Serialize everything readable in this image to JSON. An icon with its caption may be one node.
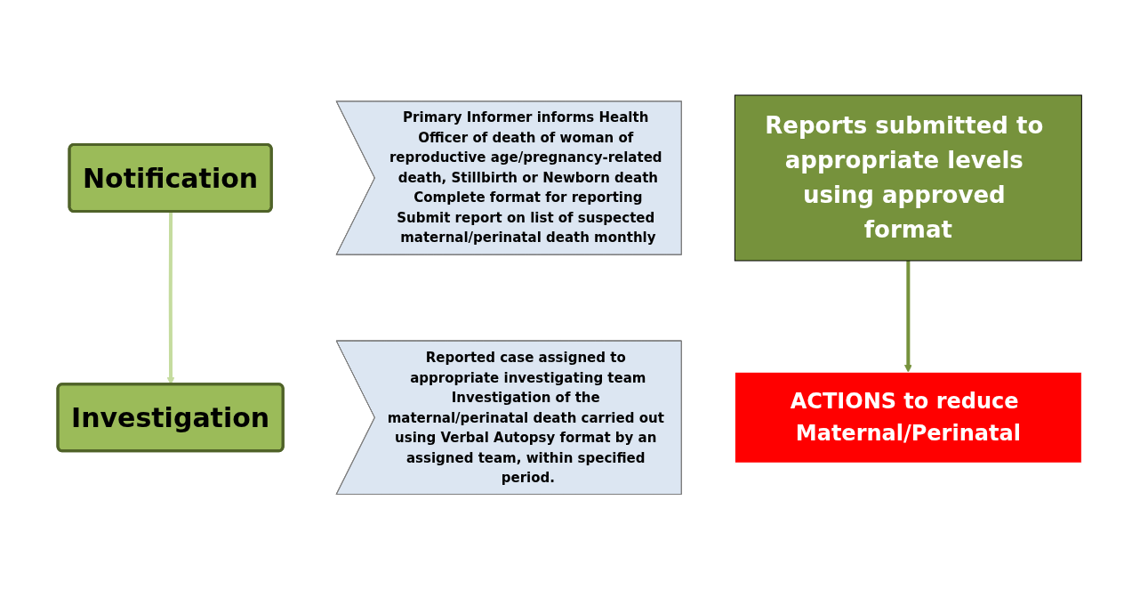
{
  "diagram": {
    "nodes": [
      {
        "text": [
          "Notification"
        ]
      },
      {
        "text": [
          "Primary Informer informs Health Officer of death of woman of reproductive age/pregnancy-related death, Stillbirth or Newborn death",
          "Complete format for reporting",
          "Submit report on list of suspected maternal/perinatal death monthly"
        ]
      },
      {
        "text": [
          "Reports submitted to appropriate levels using approved format"
        ]
      },
      {
        "text": [
          "Investigation"
        ]
      },
      {
        "text": [
          "Reported case assigned to appropriate investigating team",
          "Investigation of the maternal/perinatal death carried out using Verbal Autopsy format by an assigned team, within specified period."
        ]
      },
      {
        "text": [
          "ACTIONS to reduce Maternal/Perinatal"
        ]
      }
    ],
    "edges": [
      {
        "from": 0,
        "to": 3,
        "arrow": "to",
        "color": "#c5dc9f"
      },
      {
        "from": 2,
        "to": 5,
        "arrow": "to",
        "color": "#76923c"
      }
    ]
  }
}
